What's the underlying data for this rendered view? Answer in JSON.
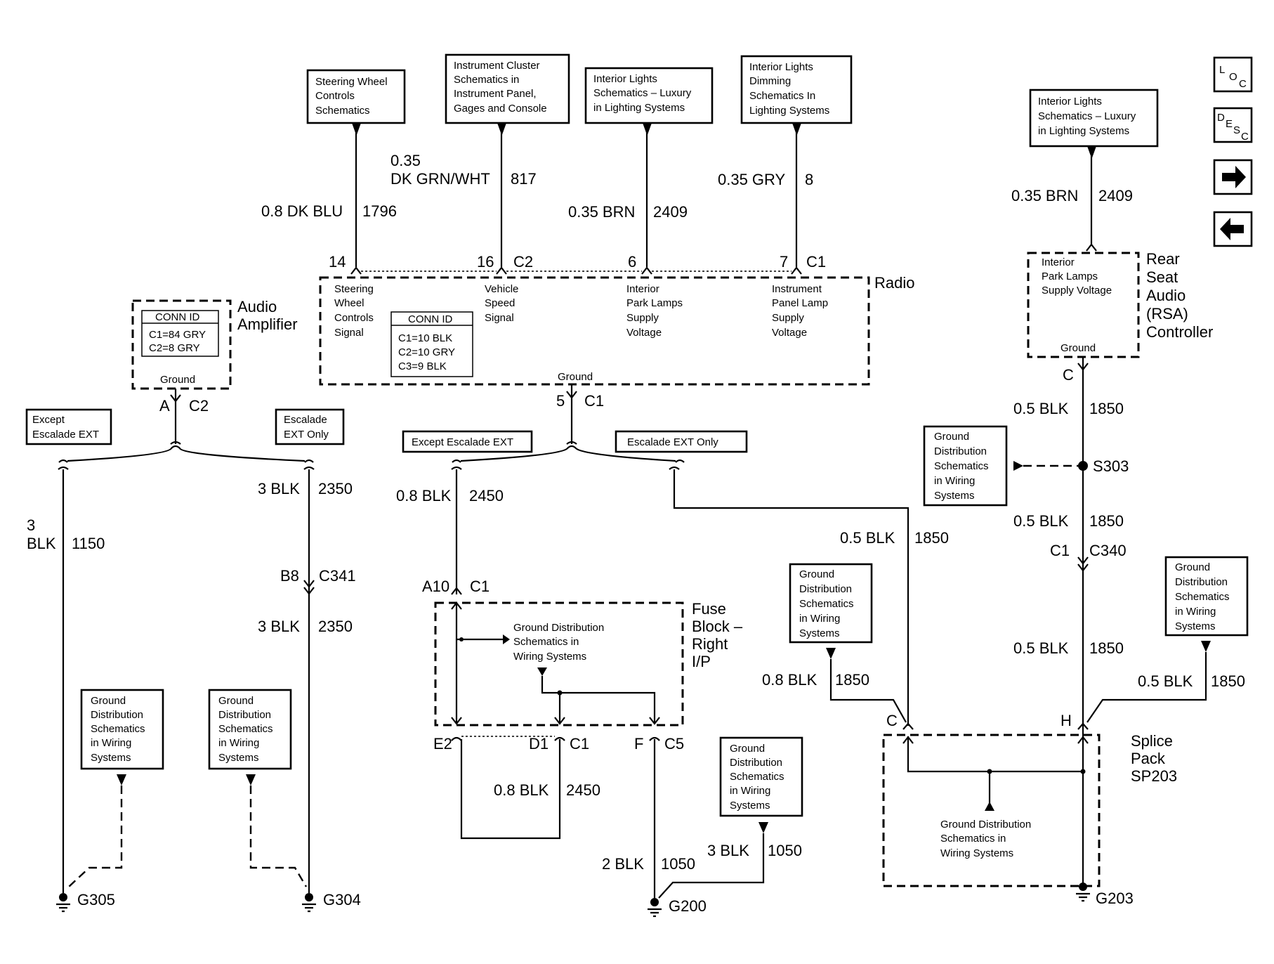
{
  "refs": {
    "steering": [
      "Steering Wheel",
      "Controls",
      "Schematics"
    ],
    "cluster": [
      "Instrument Cluster",
      "Schematics in",
      "Instrument Panel,",
      "Gages and Console"
    ],
    "lux1": [
      "Interior Lights",
      "Schematics – Luxury",
      "in Lighting Systems"
    ],
    "dim": [
      "Interior Lights",
      "Dimming",
      "Schematics In",
      "Lighting Systems"
    ],
    "lux2": [
      "Interior Lights",
      "Schematics – Luxury",
      "in Lighting Systems"
    ],
    "gd": [
      "Ground",
      "Distribution",
      "Schematics",
      "in Wiring",
      "Systems"
    ],
    "gd_inline": [
      "Ground Distribution",
      "Schematics in",
      "Wiring Systems"
    ]
  },
  "nav": {
    "loc": [
      "L",
      "O",
      "C"
    ],
    "desc": [
      "D",
      "E",
      "S",
      "C"
    ]
  },
  "wires": {
    "w1796": {
      "gauge": "0.8 DK BLU",
      "circuit": "1796"
    },
    "w817": {
      "gauge_l1": "0.35",
      "gauge_l2": "DK GRN/WHT",
      "circuit": "817"
    },
    "w2409": {
      "gauge": "0.35 BRN",
      "circuit": "2409"
    },
    "w8": {
      "gauge": "0.35 GRY",
      "circuit": "8"
    },
    "w2409r": {
      "gauge": "0.35 BRN",
      "circuit": "2409"
    },
    "w1150": {
      "gauge_l1": "3",
      "gauge_l2": "BLK",
      "circuit": "1150"
    },
    "w2350": {
      "gauge": "3 BLK",
      "circuit": "2350"
    },
    "w2450": {
      "gauge": "0.8 BLK",
      "circuit": "2450"
    },
    "w1050": {
      "gauge2": "2 BLK",
      "gauge3": "3 BLK",
      "circuit": "1050"
    },
    "w1850": {
      "gauge05": "0.5 BLK",
      "gauge08": "0.8 BLK",
      "circuit": "1850"
    }
  },
  "pins": {
    "p14": "14",
    "p16": "16",
    "c2": "C2",
    "p6": "6",
    "p7": "7",
    "c1": "C1",
    "p5": "5",
    "pA": "A",
    "pB8": "B8",
    "c341": "C341",
    "pA10": "A10",
    "pE2": "E2",
    "pD1": "D1",
    "pF": "F",
    "c5": "C5",
    "pC": "C",
    "pH": "H",
    "c340": "C340"
  },
  "radio": {
    "title": "Radio",
    "steer": [
      "Steering",
      "Wheel",
      "Controls",
      "Signal"
    ],
    "vss": [
      "Vehicle",
      "Speed",
      "Signal"
    ],
    "park": [
      "Interior",
      "Park Lamps",
      "Supply",
      "Voltage"
    ],
    "ipl": [
      "Instrument",
      "Panel Lamp",
      "Supply",
      "Voltage"
    ],
    "conn_title": "CONN ID",
    "conn": [
      "C1=10 BLK",
      "C2=10 GRY",
      "C3=9 BLK"
    ],
    "ground": "Ground"
  },
  "amp": {
    "title": [
      "Audio",
      "Amplifier"
    ],
    "conn_title": "CONN ID",
    "conn": [
      "C1=84 GRY",
      "C2=8 GRY"
    ],
    "ground": "Ground"
  },
  "rsa": {
    "title": [
      "Rear",
      "Seat",
      "Audio",
      "(RSA)",
      "Controller"
    ],
    "inner": [
      "Interior",
      "Park Lamps",
      "Supply Voltage"
    ],
    "ground": "Ground"
  },
  "fuse": {
    "title": [
      "Fuse",
      "Block –",
      "Right",
      "I/P"
    ]
  },
  "splice_pack": {
    "title": [
      "Splice",
      "Pack",
      "SP203"
    ]
  },
  "options": {
    "except": [
      "Except",
      "Escalade EXT"
    ],
    "only": [
      "Escalade",
      "EXT Only"
    ],
    "except2": "Except Escalade EXT",
    "only2": "Escalade EXT Only"
  },
  "splice": "S303",
  "grounds": {
    "g305": "G305",
    "g304": "G304",
    "g200": "G200",
    "g203": "G203"
  }
}
